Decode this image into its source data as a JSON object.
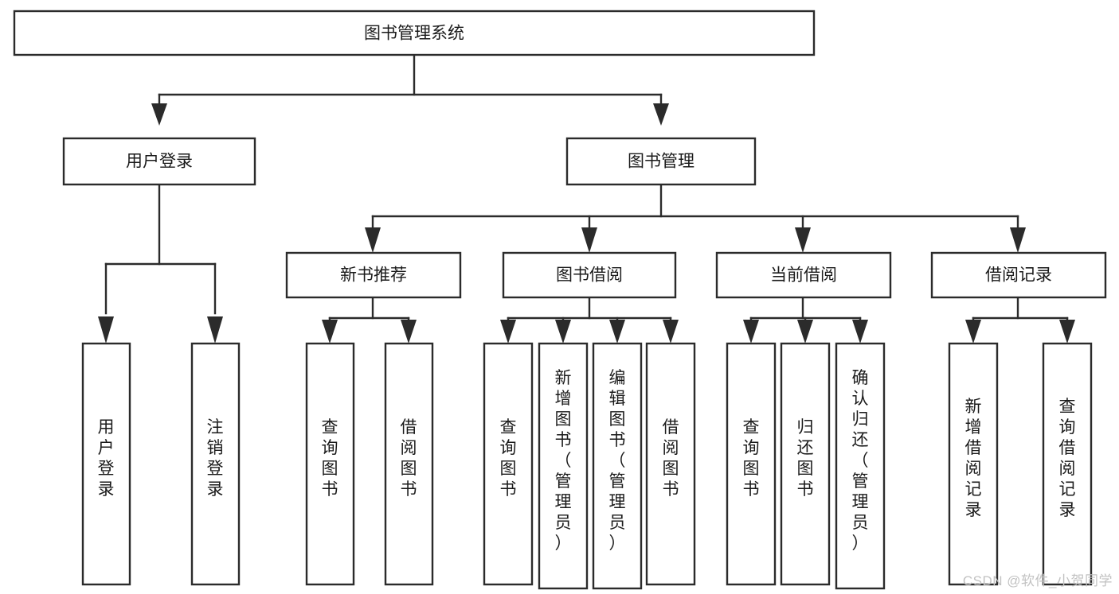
{
  "diagram": {
    "type": "tree-hierarchy",
    "title": "图书管理系统",
    "orientation": "top-down",
    "style": {
      "box_fill": "#ffffff",
      "box_stroke": "#2b2b2b",
      "connector_stroke": "#2b2b2b",
      "text_color": "#1a1a1a",
      "background": "#ffffff"
    },
    "root": {
      "label": "图书管理系统"
    },
    "level1": [
      {
        "label": "用户登录"
      },
      {
        "label": "图书管理"
      }
    ],
    "level2": [
      {
        "label": "新书推荐"
      },
      {
        "label": "图书借阅"
      },
      {
        "label": "当前借阅"
      },
      {
        "label": "借阅记录"
      }
    ],
    "leaves": {
      "user_login": [
        {
          "label": "用户登录"
        },
        {
          "label": "注销登录"
        }
      ],
      "new_book_recommend": [
        {
          "label": "查询图书"
        },
        {
          "label": "借阅图书"
        }
      ],
      "book_borrow": [
        {
          "label": "查询图书"
        },
        {
          "label": "新增图书（管理员）"
        },
        {
          "label": "编辑图书（管理员）"
        },
        {
          "label": "借阅图书"
        }
      ],
      "current_borrow": [
        {
          "label": "查询图书"
        },
        {
          "label": "归还图书"
        },
        {
          "label": "确认归还（管理员）"
        }
      ],
      "borrow_record": [
        {
          "label": "新增借阅记录"
        },
        {
          "label": "查询借阅记录"
        }
      ]
    }
  },
  "watermark": {
    "text": "CSDN @软件_小贺同学"
  }
}
